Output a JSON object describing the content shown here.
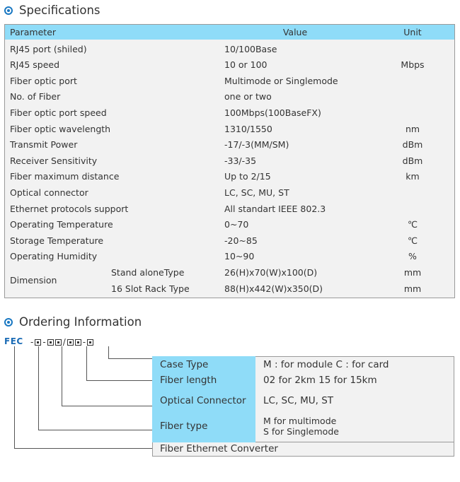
{
  "specifications": {
    "title": "Specifications",
    "header": {
      "parameter": "Parameter",
      "value": "Value",
      "unit": "Unit"
    },
    "rows": [
      {
        "parameter": "RJ45 port (shiled)",
        "value": "10/100Base",
        "unit": ""
      },
      {
        "parameter": "RJ45 speed",
        "value": "10 or 100",
        "unit": "Mbps"
      },
      {
        "parameter": "Fiber optic port",
        "value": "Multimode or Singlemode",
        "unit": ""
      },
      {
        "parameter": "No. of Fiber",
        "value": "one or two",
        "unit": ""
      },
      {
        "parameter": "Fiber optic port speed",
        "value": "100Mbps(100BaseFX)",
        "unit": ""
      },
      {
        "parameter": "Fiber optic wavelength",
        "value": "1310/1550",
        "unit": "nm"
      },
      {
        "parameter": "Transmit Power",
        "value": "-17/-3(MM/SM)",
        "unit": "dBm"
      },
      {
        "parameter": "Receiver Sensitivity",
        "value": "-33/-35",
        "unit": "dBm"
      },
      {
        "parameter": "Fiber maximum distance",
        "value": "Up to 2/15",
        "unit": "km"
      },
      {
        "parameter": "Optical connector",
        "value": "LC, SC, MU, ST",
        "unit": ""
      },
      {
        "parameter": "Ethernet protocols support",
        "value": "All standart IEEE 802.3",
        "unit": ""
      },
      {
        "parameter": "Operating Temperature",
        "value": "0~70",
        "unit": "℃"
      },
      {
        "parameter": "Storage Temperature",
        "value": "-20~85",
        "unit": "℃"
      },
      {
        "parameter": "Operating Humidity",
        "value": "10~90",
        "unit": "%"
      }
    ],
    "dimension": {
      "parameter": "Dimension",
      "sub_rows": [
        {
          "type": "Stand aloneType",
          "value": "26(H)x70(W)x100(D)",
          "unit": "mm"
        },
        {
          "type": "16 Slot Rack Type",
          "value": "88(H)x442(W)x350(D)",
          "unit": "mm"
        }
      ]
    }
  },
  "ordering": {
    "title": "Ordering Information",
    "code_prefix": "FEC",
    "items": [
      {
        "label": "Case Type",
        "value": "M : for module C : for card"
      },
      {
        "label": "Fiber length",
        "value": "02 for 2km 15 for 15km"
      },
      {
        "label": "Optical Connector",
        "value": "LC, SC, MU, ST"
      },
      {
        "label": "Fiber type",
        "value_line1": "M for multimode",
        "value_line2": "S for Singlemode"
      }
    ],
    "footer": "Fiber Ethernet Converter"
  },
  "colors": {
    "accent": "#1a78c2",
    "header_bg": "#8fdcf8",
    "table_bg": "#f2f2f2"
  },
  "icons": {
    "section_bullet": "circle-dot-icon",
    "code_box": "square-dot-icon"
  }
}
